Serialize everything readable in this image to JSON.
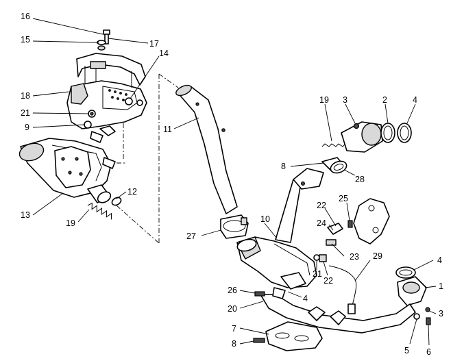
{
  "diagram": {
    "callouts": [
      {
        "id": "c16",
        "text": "16"
      },
      {
        "id": "c15",
        "text": "15"
      },
      {
        "id": "c17",
        "text": "17"
      },
      {
        "id": "c14",
        "text": "14"
      },
      {
        "id": "c18",
        "text": "18"
      },
      {
        "id": "c21a",
        "text": "21"
      },
      {
        "id": "c9",
        "text": "9"
      },
      {
        "id": "c11",
        "text": "11"
      },
      {
        "id": "c19a",
        "text": "19"
      },
      {
        "id": "c3a",
        "text": "3"
      },
      {
        "id": "c2",
        "text": "2"
      },
      {
        "id": "c4a",
        "text": "4"
      },
      {
        "id": "c8a",
        "text": "8"
      },
      {
        "id": "c28",
        "text": "28"
      },
      {
        "id": "c12",
        "text": "12"
      },
      {
        "id": "c13",
        "text": "13"
      },
      {
        "id": "c19b",
        "text": "19"
      },
      {
        "id": "c25",
        "text": "25"
      },
      {
        "id": "c22a",
        "text": "22"
      },
      {
        "id": "c10",
        "text": "10"
      },
      {
        "id": "c24",
        "text": "24"
      },
      {
        "id": "c27",
        "text": "27"
      },
      {
        "id": "c23",
        "text": "23"
      },
      {
        "id": "c29",
        "text": "29"
      },
      {
        "id": "c4b",
        "text": "4"
      },
      {
        "id": "c21b",
        "text": "21"
      },
      {
        "id": "c22b",
        "text": "22"
      },
      {
        "id": "c1",
        "text": "1"
      },
      {
        "id": "c26",
        "text": "26"
      },
      {
        "id": "c4c",
        "text": "4"
      },
      {
        "id": "c20",
        "text": "20"
      },
      {
        "id": "c3b",
        "text": "3"
      },
      {
        "id": "c7",
        "text": "7"
      },
      {
        "id": "c5",
        "text": "5"
      },
      {
        "id": "c8b",
        "text": "8"
      },
      {
        "id": "c6",
        "text": "6"
      }
    ]
  }
}
